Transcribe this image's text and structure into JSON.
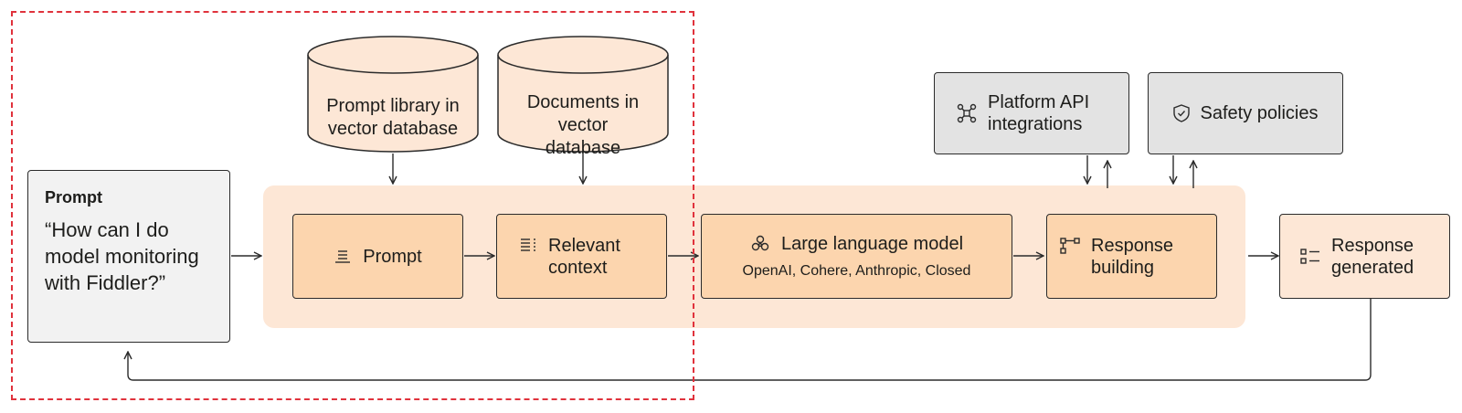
{
  "input": {
    "title": "Prompt",
    "question": "“How can I do model monitoring with Fiddler?”"
  },
  "databases": [
    {
      "label": "Prompt library in vector database"
    },
    {
      "label": "Documents in vector database"
    }
  ],
  "pipeline": {
    "prompt": {
      "label": "Prompt"
    },
    "context": {
      "label": "Relevant context"
    },
    "llm": {
      "label": "Large language model",
      "providers": "OpenAI, Cohere, Anthropic, Closed"
    },
    "response_building": {
      "label": "Response building"
    }
  },
  "external": {
    "platform_api": {
      "label": "Platform API integrations"
    },
    "safety": {
      "label": "Safety policies"
    }
  },
  "output": {
    "label": "Response generated"
  },
  "colors": {
    "panel": "#fde7d6",
    "node": "#fcd5ae",
    "external": "#e3e3e3",
    "highlight": "#e0323c"
  }
}
